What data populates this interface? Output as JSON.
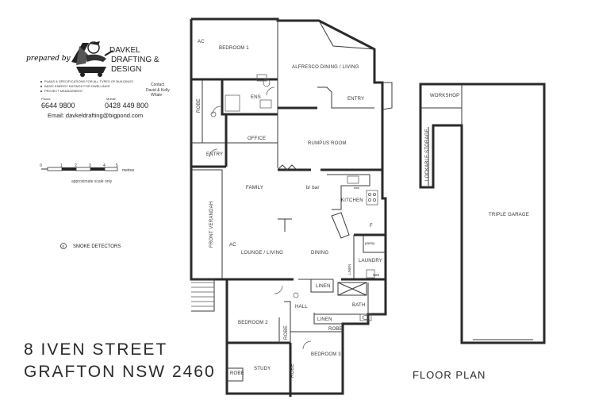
{
  "branding": {
    "prepared_by": "prepared by",
    "company": [
      "DAVKEL",
      "DRAFTING &",
      "DESIGN"
    ],
    "services": [
      "PLANS & SPECIFICATIONS FOR ALL TYPES OF BUILDINGS",
      "BASIX ENERGY RATINGS FOR DWELLINGS",
      "PROJECT MANAGEMENT"
    ],
    "contact_label": "Contact",
    "contact_names": [
      "David & Kelly",
      "Whale"
    ],
    "phone_label": "Phone",
    "phone": "6644 9800",
    "mobile_label": "Mobile",
    "mobile": "0428 449 800",
    "email": "Email:  davkeldrafting@bigpond.com"
  },
  "scale": {
    "ticks": [
      "0",
      "1",
      "2",
      "3",
      "4",
      "5"
    ],
    "unit": "metres",
    "note": "approximate scale only"
  },
  "legend": {
    "symbol": "S",
    "label": "SMOKE DETECTORS"
  },
  "address": {
    "line1": "8 IVEN STREET",
    "line2": "GRAFTON NSW 2460"
  },
  "plan_title": "FLOOR PLAN",
  "rooms": {
    "bedroom1": "BEDROOM 1",
    "ac1": "AC",
    "alfresco": "ALFRESCO DINING / LIVING",
    "ens": "ENS",
    "robe1": "ROBE",
    "entry_rear": "ENTRY",
    "office": "OFFICE",
    "rumpus": "RUMPUS ROOM",
    "entry_front": "ENTRY",
    "family": "FAMILY",
    "bar": "b/ bar",
    "sink": "sink",
    "kitchen": "KITCHEN",
    "front_verandah": "FRONT VERANDAH",
    "ac2": "AC",
    "lounge": "LOUNGE / LIVING",
    "dining": "DINING",
    "fridge": "F",
    "pantry": "pantry",
    "laundry": "LAUNDRY",
    "linen_small": "LINEN",
    "wm": "WM",
    "linen1": "LINEN",
    "hall": "HALL",
    "bath": "BATH",
    "linen2": "LINEN",
    "robe2": "ROBE",
    "bedroom2": "BEDROOM 2",
    "robe3": "ROBE",
    "robe4": "ROBE",
    "bedroom3": "BEDROOM 3",
    "robe5": "ROBE",
    "study": "STUDY",
    "workshop": "WORKSHOP",
    "lockable_storage": "LOCKABLE STORAGE",
    "triple_garage": "TRIPLE GARAGE"
  }
}
